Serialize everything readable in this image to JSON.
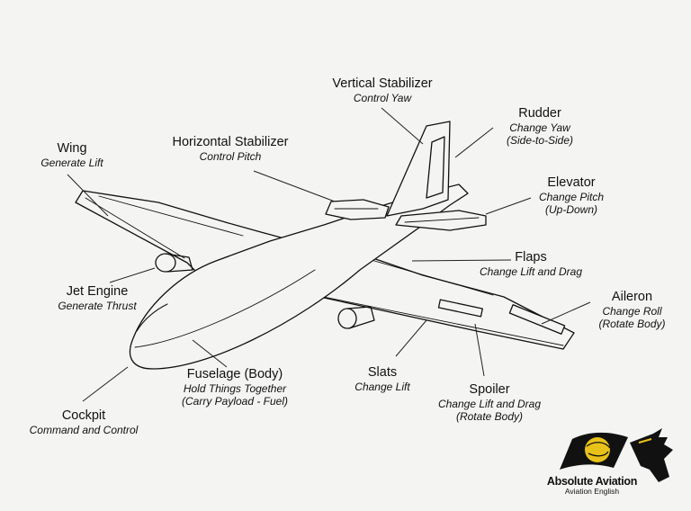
{
  "labels": {
    "vertical_stabilizer": {
      "title": "Vertical Stabilizer",
      "subtitle": "Control Yaw"
    },
    "rudder": {
      "title": "Rudder",
      "line1": "Change Yaw",
      "line2": "(Side-to-Side)"
    },
    "wing": {
      "title": "Wing",
      "subtitle": "Generate Lift"
    },
    "horizontal_stabilizer": {
      "title": "Horizontal Stabilizer",
      "subtitle": "Control Pitch"
    },
    "elevator": {
      "title": "Elevator",
      "line1": "Change Pitch",
      "line2": "(Up-Down)"
    },
    "flaps": {
      "title": "Flaps",
      "subtitle": "Change Lift and Drag"
    },
    "aileron": {
      "title": "Aileron",
      "line1": "Change Roll",
      "line2": "(Rotate Body)"
    },
    "jet_engine": {
      "title": "Jet Engine",
      "subtitle": "Generate Thrust"
    },
    "fuselage": {
      "title": "Fuselage (Body)",
      "line1": "Hold Things Together",
      "line2": "(Carry Payload - Fuel)"
    },
    "slats": {
      "title": "Slats",
      "subtitle": "Change Lift"
    },
    "spoiler": {
      "title": "Spoiler",
      "line1": "Change Lift and Drag",
      "line2": "(Rotate Body)"
    },
    "cockpit": {
      "title": "Cockpit",
      "subtitle": "Command and Control"
    }
  },
  "logo": {
    "name": "Absolute Aviation",
    "tagline": "Aviation English"
  },
  "colors": {
    "background": "#f4f4f2",
    "ink": "#111111",
    "logo_accent": "#e8c21a"
  }
}
